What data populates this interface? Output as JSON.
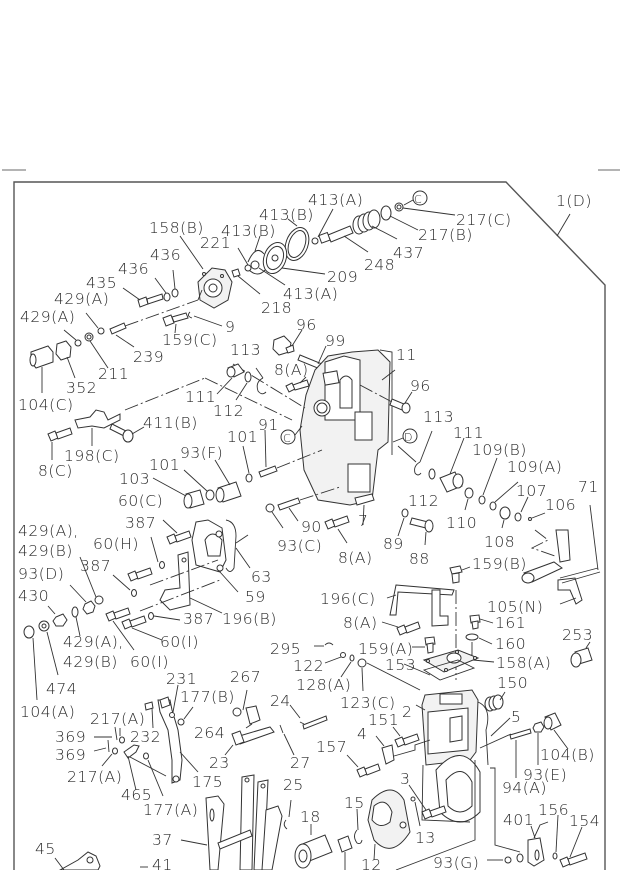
{
  "diagram": {
    "type": "exploded-parts-diagram",
    "subject": "fuel injection pump governor assembly",
    "callout_markers": [
      "C",
      "D"
    ],
    "labels": [
      {
        "id": "l1",
        "text": "1(D)"
      },
      {
        "id": "l2",
        "text": "413(A)"
      },
      {
        "id": "l3",
        "text": "217(C)"
      },
      {
        "id": "l4",
        "text": "217(B)"
      },
      {
        "id": "l5",
        "text": "413(B)"
      },
      {
        "id": "l6",
        "text": "413(B)"
      },
      {
        "id": "l7",
        "text": "158(B)"
      },
      {
        "id": "l8",
        "text": "221"
      },
      {
        "id": "l9",
        "text": "437"
      },
      {
        "id": "l10",
        "text": "248"
      },
      {
        "id": "l11",
        "text": "209"
      },
      {
        "id": "l12",
        "text": "436"
      },
      {
        "id": "l13",
        "text": "436"
      },
      {
        "id": "l14",
        "text": "435"
      },
      {
        "id": "l15",
        "text": "413(A)"
      },
      {
        "id": "l16",
        "text": "218"
      },
      {
        "id": "l17",
        "text": "429(A)"
      },
      {
        "id": "l18",
        "text": "429(A)"
      },
      {
        "id": "l19",
        "text": "9"
      },
      {
        "id": "l20",
        "text": "159(C)"
      },
      {
        "id": "l21",
        "text": "239"
      },
      {
        "id": "l22",
        "text": "96"
      },
      {
        "id": "l23",
        "text": "99"
      },
      {
        "id": "l24",
        "text": "211"
      },
      {
        "id": "l25",
        "text": "352"
      },
      {
        "id": "l26",
        "text": "113"
      },
      {
        "id": "l27",
        "text": "8(A)"
      },
      {
        "id": "l28",
        "text": "11"
      },
      {
        "id": "l29",
        "text": "104(C)"
      },
      {
        "id": "l30",
        "text": "111"
      },
      {
        "id": "l31",
        "text": "112"
      },
      {
        "id": "l32",
        "text": "96"
      },
      {
        "id": "l33",
        "text": "411(B)"
      },
      {
        "id": "l34",
        "text": "91"
      },
      {
        "id": "l35",
        "text": "101"
      },
      {
        "id": "l36",
        "text": "113"
      },
      {
        "id": "l37",
        "text": "8(C)"
      },
      {
        "id": "l38",
        "text": "198(C)"
      },
      {
        "id": "l39",
        "text": "93(F)"
      },
      {
        "id": "l40",
        "text": "111"
      },
      {
        "id": "l41",
        "text": "109(B)"
      },
      {
        "id": "l42",
        "text": "101"
      },
      {
        "id": "l43",
        "text": "109(A)"
      },
      {
        "id": "l44",
        "text": "103"
      },
      {
        "id": "l45",
        "text": "107"
      },
      {
        "id": "l46",
        "text": "71"
      },
      {
        "id": "l47",
        "text": "60(C)"
      },
      {
        "id": "l48",
        "text": "112"
      },
      {
        "id": "l49",
        "text": "106"
      },
      {
        "id": "l50",
        "text": "387"
      },
      {
        "id": "l51",
        "text": "90"
      },
      {
        "id": "l52",
        "text": "7"
      },
      {
        "id": "l53",
        "text": "110"
      },
      {
        "id": "l54",
        "text": "429(A),"
      },
      {
        "id": "l55",
        "text": "60(H)"
      },
      {
        "id": "l56",
        "text": "93(C)"
      },
      {
        "id": "l57",
        "text": "89"
      },
      {
        "id": "l58",
        "text": "108"
      },
      {
        "id": "l59",
        "text": "429(B)"
      },
      {
        "id": "l60",
        "text": "8(A)"
      },
      {
        "id": "l61",
        "text": "88"
      },
      {
        "id": "l62",
        "text": "387"
      },
      {
        "id": "l63",
        "text": "63"
      },
      {
        "id": "l64",
        "text": "159(B)"
      },
      {
        "id": "l65",
        "text": "93(D)"
      },
      {
        "id": "l66",
        "text": "59"
      },
      {
        "id": "l67",
        "text": "196(C)"
      },
      {
        "id": "l68",
        "text": "430"
      },
      {
        "id": "l69",
        "text": "387"
      },
      {
        "id": "l70",
        "text": "196(B)"
      },
      {
        "id": "l71",
        "text": "105(N)"
      },
      {
        "id": "l72",
        "text": "8(A)"
      },
      {
        "id": "l73",
        "text": "161"
      },
      {
        "id": "l74",
        "text": "60(I)"
      },
      {
        "id": "l75",
        "text": "429(A),"
      },
      {
        "id": "l76",
        "text": "160"
      },
      {
        "id": "l77",
        "text": "253"
      },
      {
        "id": "l78",
        "text": "429(B)"
      },
      {
        "id": "l79",
        "text": "60(I)"
      },
      {
        "id": "l80",
        "text": "295"
      },
      {
        "id": "l81",
        "text": "159(A)"
      },
      {
        "id": "l82",
        "text": "122"
      },
      {
        "id": "l83",
        "text": "153"
      },
      {
        "id": "l84",
        "text": "158(A)"
      },
      {
        "id": "l85",
        "text": "474"
      },
      {
        "id": "l86",
        "text": "231"
      },
      {
        "id": "l87",
        "text": "267"
      },
      {
        "id": "l88",
        "text": "128(A)"
      },
      {
        "id": "l89",
        "text": "150"
      },
      {
        "id": "l90",
        "text": "104(A)"
      },
      {
        "id": "l91",
        "text": "177(B)"
      },
      {
        "id": "l92",
        "text": "24"
      },
      {
        "id": "l93",
        "text": "123(C)"
      },
      {
        "id": "l94",
        "text": "217(A)"
      },
      {
        "id": "l95",
        "text": "2"
      },
      {
        "id": "l96",
        "text": "5"
      },
      {
        "id": "l97",
        "text": "264"
      },
      {
        "id": "l98",
        "text": "151"
      },
      {
        "id": "l99",
        "text": "369"
      },
      {
        "id": "l100",
        "text": "232"
      },
      {
        "id": "l101",
        "text": "4"
      },
      {
        "id": "l102",
        "text": "104(B)"
      },
      {
        "id": "l103",
        "text": "369"
      },
      {
        "id": "l104",
        "text": "23"
      },
      {
        "id": "l105",
        "text": "27"
      },
      {
        "id": "l106",
        "text": "157"
      },
      {
        "id": "l107",
        "text": "93(E)"
      },
      {
        "id": "l108",
        "text": "217(A)"
      },
      {
        "id": "l109",
        "text": "175"
      },
      {
        "id": "l110",
        "text": "94(A)"
      },
      {
        "id": "l111",
        "text": "465"
      },
      {
        "id": "l112",
        "text": "25"
      },
      {
        "id": "l113",
        "text": "3"
      },
      {
        "id": "l114",
        "text": "177(A)"
      },
      {
        "id": "l115",
        "text": "15"
      },
      {
        "id": "l116",
        "text": "156"
      },
      {
        "id": "l117",
        "text": "401"
      },
      {
        "id": "l118",
        "text": "154"
      },
      {
        "id": "l119",
        "text": "18"
      },
      {
        "id": "l120",
        "text": "13"
      },
      {
        "id": "l121",
        "text": "37"
      },
      {
        "id": "l122",
        "text": "45"
      },
      {
        "id": "l123",
        "text": "41"
      },
      {
        "id": "l124",
        "text": "12"
      },
      {
        "id": "l125",
        "text": "93(G)"
      }
    ]
  }
}
